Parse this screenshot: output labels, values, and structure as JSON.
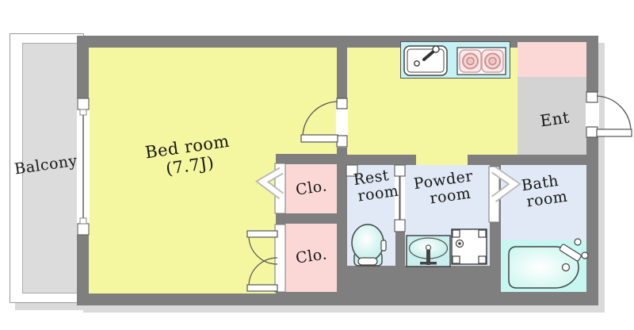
{
  "rooms": {
    "balcony": {
      "label": "Balcony"
    },
    "bedroom": {
      "line1": "Bed room",
      "line2": "(7.7J)"
    },
    "entrance": {
      "label": "Ent"
    },
    "closet_upper": {
      "label": "Clo."
    },
    "closet_lower": {
      "label": "Clo."
    },
    "rest_room": {
      "line1": "Rest",
      "line2": "room"
    },
    "powder_room": {
      "line1": "Powder",
      "line2": "room"
    },
    "bath_room": {
      "line1": "Bath",
      "line2": "room"
    }
  },
  "fixtures": {
    "kitchen_sink": "kitchen-sink-icon",
    "gas_stove": "two-burner-stove-icon",
    "toilet": "toilet-icon",
    "wash_basin": "wash-basin-icon",
    "washer_pan": "washing-machine-pan-icon",
    "bathtub": "bathtub-icon",
    "entrance_door": "entrance-swing-door-icon",
    "bedroom_door": "bedroom-swing-door-icon",
    "balcony_window": "balcony-sliding-window-icon",
    "closet_upper_door": "bifold-door-icon",
    "closet_lower_doors": "double-swing-doors-icon",
    "rest_room_door": "sliding-door-icon",
    "bath_door": "bifold-door-icon"
  },
  "colors": {
    "wall": "#7f7f7f",
    "floor_yellow": "#f5f7a0",
    "balcony_gray": "#dcdcdc",
    "entrance_gray": "#d3d3d3",
    "closet_pink": "#fbd8d6",
    "wet_room_blue": "#e0e9f5",
    "counter_cyan": "#c7f2f5",
    "fixture_cyan": "#c6f7f0",
    "outline": "#4a4a4a"
  }
}
